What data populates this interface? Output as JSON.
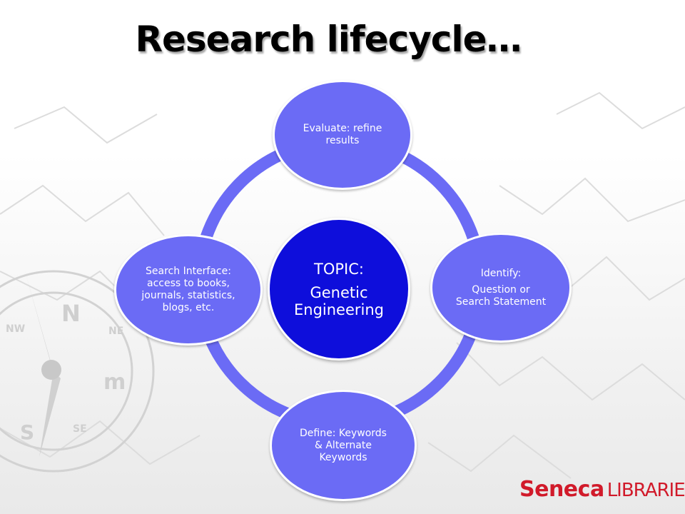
{
  "slide": {
    "title": "Research lifecycle…"
  },
  "diagram": {
    "center": {
      "heading": "TOPIC:",
      "text": "Genetic Engineering"
    },
    "nodes": {
      "evaluate": [
        "Evaluate: refine",
        "results"
      ],
      "identify": [
        "Identify:",
        "Question or",
        "Search Statement"
      ],
      "define": [
        "Define: Keywords",
        "& Alternate",
        "Keywords"
      ],
      "search": [
        "Search Interface:",
        "access to books,",
        "journals, statistics,",
        "blogs, etc."
      ]
    }
  },
  "logo": {
    "seneca": "Seneca",
    "libraries": "LIBRARIES"
  },
  "colors": {
    "ring": "#6b6bf5",
    "center": "#0e0edb",
    "logo": "#d11a2a"
  },
  "background": {
    "compass_letters": [
      "N",
      "NW",
      "NE",
      "S",
      "SE",
      "m"
    ]
  }
}
